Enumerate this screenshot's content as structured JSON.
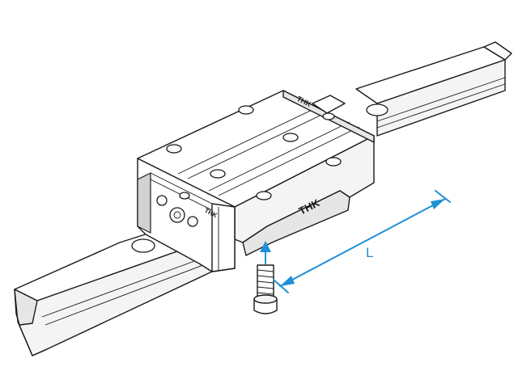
{
  "logos": {
    "top": "THK",
    "side": "THK",
    "end": "THK"
  },
  "dimension": {
    "label": "L",
    "color": "#1f8fd6"
  },
  "colors": {
    "outline": "#1a1a1a",
    "accent": "#1f8fd6"
  }
}
